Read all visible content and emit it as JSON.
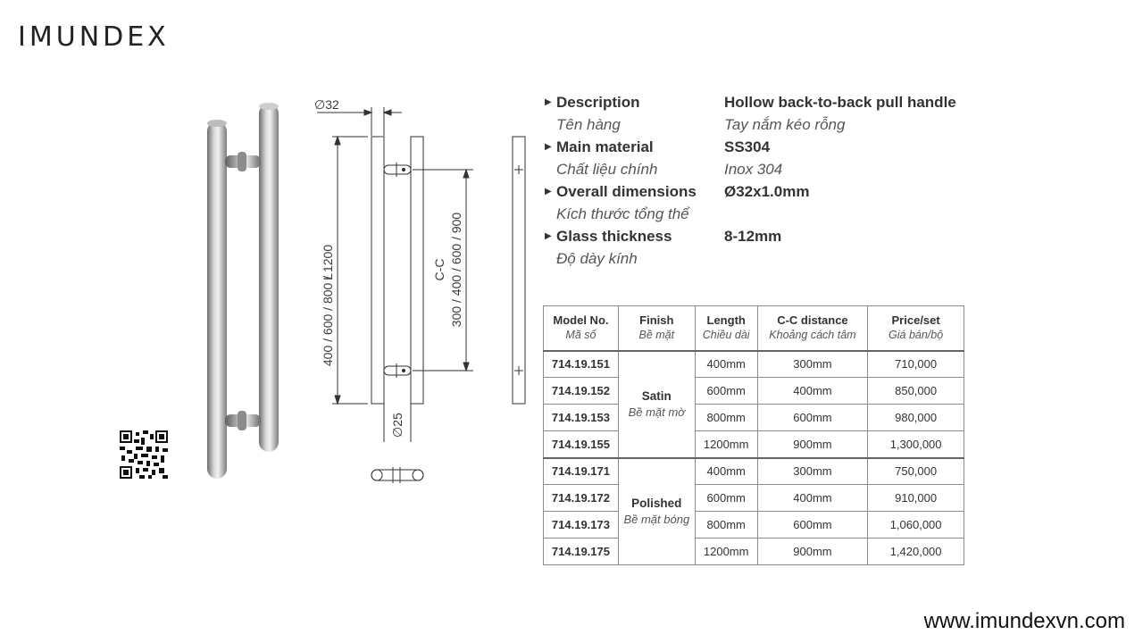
{
  "brand": {
    "logo_text": "IMUNDEX",
    "website": "www.imundexvn.com"
  },
  "drawing": {
    "top_diameter": "32",
    "diameter_symbol": "∅",
    "length_label": "L",
    "length_values": "400 / 600 / 800 / 1200",
    "cc_label": "C-C",
    "cc_values": "300 / 400 / 600 / 900",
    "side_diameter": "25"
  },
  "specs": [
    {
      "label": "Description",
      "label_vi": "Tên hàng",
      "value": "Hollow back-to-back pull handle",
      "value_vi": "Tay nắm kéo rỗng"
    },
    {
      "label": "Main material",
      "label_vi": "Chất liệu chính",
      "value": "SS304",
      "value_vi": "Inox 304"
    },
    {
      "label": "Overall dimensions",
      "label_vi": "Kích thước tổng thể",
      "value": "Ø32x1.0mm",
      "value_vi": ""
    },
    {
      "label": "Glass thickness",
      "label_vi": "Độ dày kính",
      "value": "8-12mm",
      "value_vi": ""
    }
  ],
  "table": {
    "headers": [
      {
        "en": "Model No.",
        "vi": "Mã số"
      },
      {
        "en": "Finish",
        "vi": "Bề mặt"
      },
      {
        "en": "Length",
        "vi": "Chiều dài"
      },
      {
        "en": "C-C distance",
        "vi": "Khoảng cách tâm"
      },
      {
        "en": "Price/set",
        "vi": "Giá bán/bộ"
      }
    ],
    "groups": [
      {
        "finish": "Satin",
        "finish_vi": "Bề mặt mờ",
        "rows": [
          {
            "model": "714.19.151",
            "length": "400mm",
            "cc": "300mm",
            "price": "710,000"
          },
          {
            "model": "714.19.152",
            "length": "600mm",
            "cc": "400mm",
            "price": "850,000"
          },
          {
            "model": "714.19.153",
            "length": "800mm",
            "cc": "600mm",
            "price": "980,000"
          },
          {
            "model": "714.19.155",
            "length": "1200mm",
            "cc": "900mm",
            "price": "1,300,000"
          }
        ]
      },
      {
        "finish": "Polished",
        "finish_vi": "Bề mặt bóng",
        "rows": [
          {
            "model": "714.19.171",
            "length": "400mm",
            "cc": "300mm",
            "price": "750,000"
          },
          {
            "model": "714.19.172",
            "length": "600mm",
            "cc": "400mm",
            "price": "910,000"
          },
          {
            "model": "714.19.173",
            "length": "800mm",
            "cc": "600mm",
            "price": "1,060,000"
          },
          {
            "model": "714.19.175",
            "length": "1200mm",
            "cc": "900mm",
            "price": "1,420,000"
          }
        ]
      }
    ]
  }
}
